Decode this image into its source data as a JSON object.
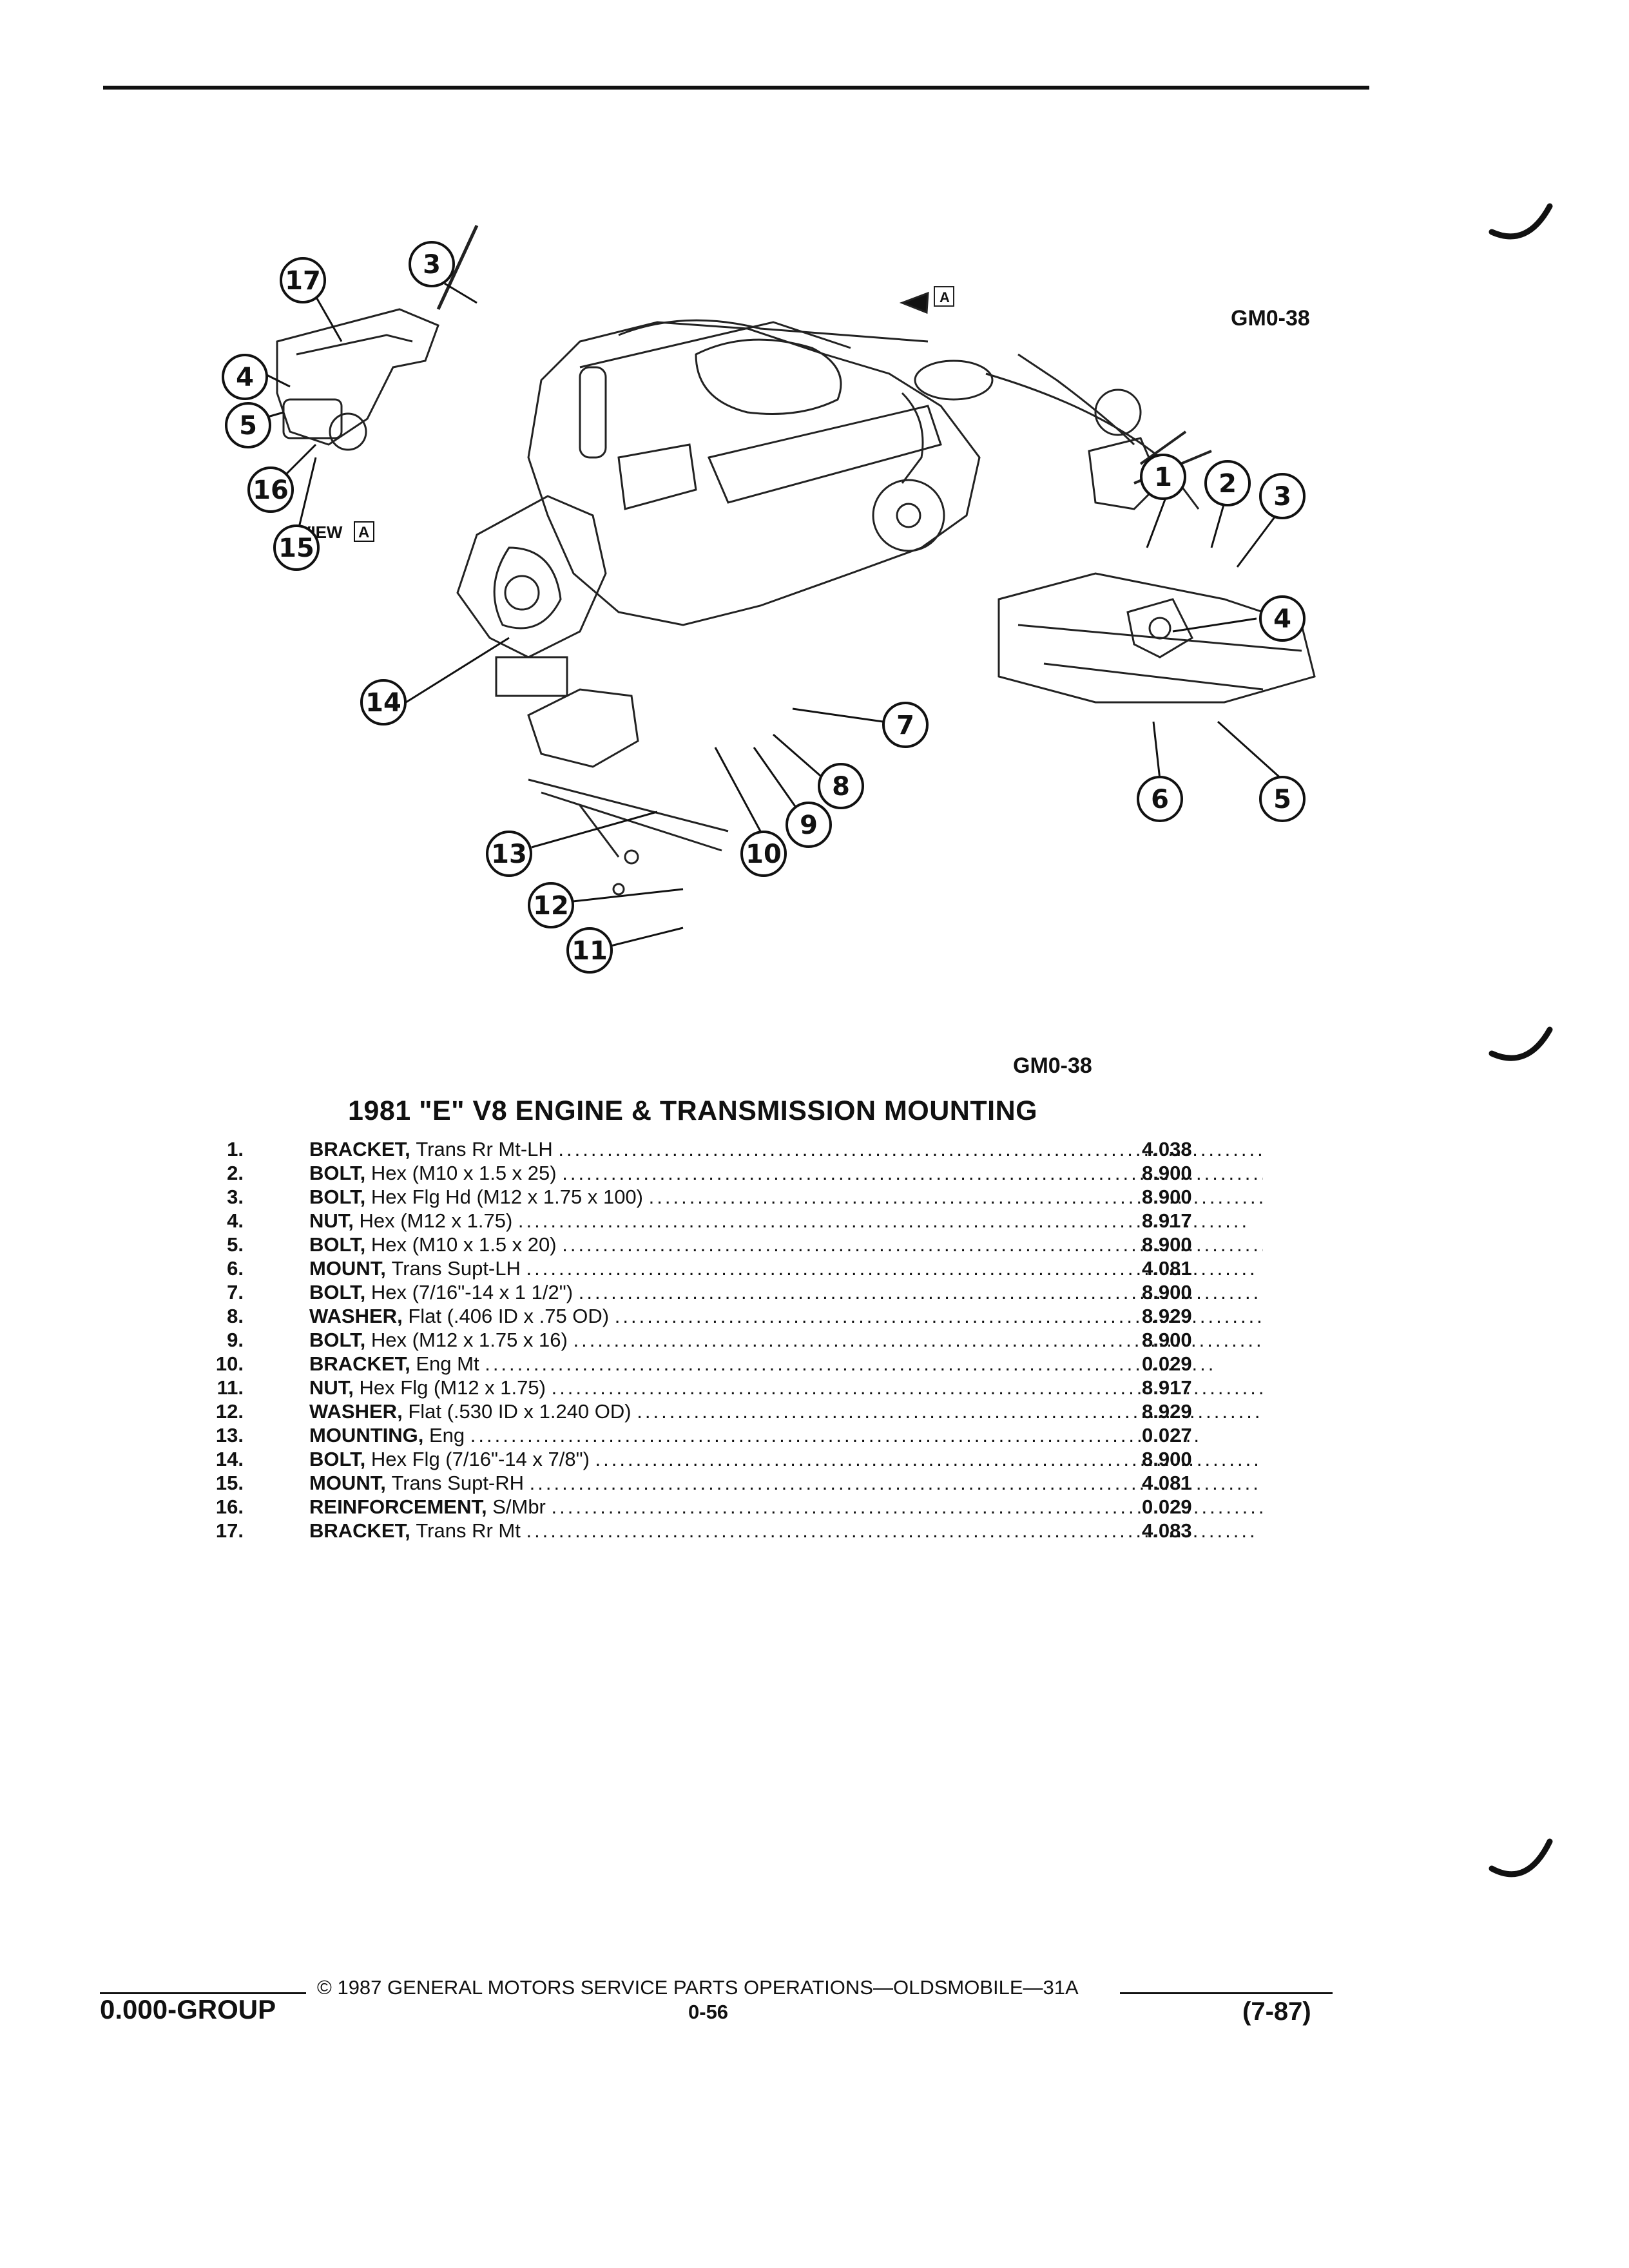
{
  "figure": {
    "code_top": "GM0-38",
    "code_bottom": "GM0-38",
    "view_label": "VIEW",
    "view_letter": "A",
    "arrow_letter": "A",
    "callouts": [
      "3",
      "17",
      "4",
      "5",
      "16",
      "15",
      "1",
      "2",
      "3",
      "4",
      "14",
      "7",
      "8",
      "9",
      "10",
      "13",
      "12",
      "11",
      "6",
      "5"
    ]
  },
  "title": "1981 \"E\" V8 ENGINE & TRANSMISSION MOUNTING",
  "parts": [
    {
      "num": "1.",
      "name": "BRACKET,",
      "desc": "Trans Rr Mt-LH",
      "group": "4.038"
    },
    {
      "num": "2.",
      "name": "BOLT,",
      "desc": "Hex (M10 x 1.5 x 25)",
      "group": "8.900"
    },
    {
      "num": "3.",
      "name": "BOLT,",
      "desc": "Hex Flg Hd (M12 x 1.75 x 100)",
      "group": "8.900"
    },
    {
      "num": "4.",
      "name": "NUT,",
      "desc": "Hex (M12 x 1.75)",
      "group": "8.917"
    },
    {
      "num": "5.",
      "name": "BOLT,",
      "desc": "Hex (M10 x 1.5 x 20)",
      "group": "8.900"
    },
    {
      "num": "6.",
      "name": "MOUNT,",
      "desc": "Trans Supt-LH",
      "group": "4.081"
    },
    {
      "num": "7.",
      "name": "BOLT,",
      "desc": "Hex (7/16\"-14 x 1 1/2\")",
      "group": "8.900"
    },
    {
      "num": "8.",
      "name": "WASHER,",
      "desc": "Flat (.406 ID x .75 OD)",
      "group": "8.929"
    },
    {
      "num": "9.",
      "name": "BOLT,",
      "desc": "Hex (M12 x 1.75 x 16)",
      "group": "8.900"
    },
    {
      "num": "10.",
      "name": "BRACKET,",
      "desc": "Eng Mt",
      "group": "0.029"
    },
    {
      "num": "11.",
      "name": "NUT,",
      "desc": "Hex Flg (M12 x 1.75)",
      "group": "8.917"
    },
    {
      "num": "12.",
      "name": "WASHER,",
      "desc": "Flat (.530 ID x 1.240 OD)",
      "group": "8.929"
    },
    {
      "num": "13.",
      "name": "MOUNTING,",
      "desc": "Eng",
      "group": "0.027"
    },
    {
      "num": "14.",
      "name": "BOLT,",
      "desc": "Hex Flg (7/16\"-14 x 7/8\")",
      "group": "8.900"
    },
    {
      "num": "15.",
      "name": "MOUNT,",
      "desc": "Trans Supt-RH",
      "group": "4.081"
    },
    {
      "num": "16.",
      "name": "REINFORCEMENT,",
      "desc": "S/Mbr",
      "group": "0.029"
    },
    {
      "num": "17.",
      "name": "BRACKET,",
      "desc": "Trans Rr Mt",
      "group": "4.083"
    }
  ],
  "footer": {
    "copyright": "© 1987 GENERAL MOTORS SERVICE PARTS OPERATIONS—OLDSMOBILE—31A",
    "group_label": "0.000-GROUP",
    "page": "0-56",
    "rev_date": "(7-87)"
  }
}
